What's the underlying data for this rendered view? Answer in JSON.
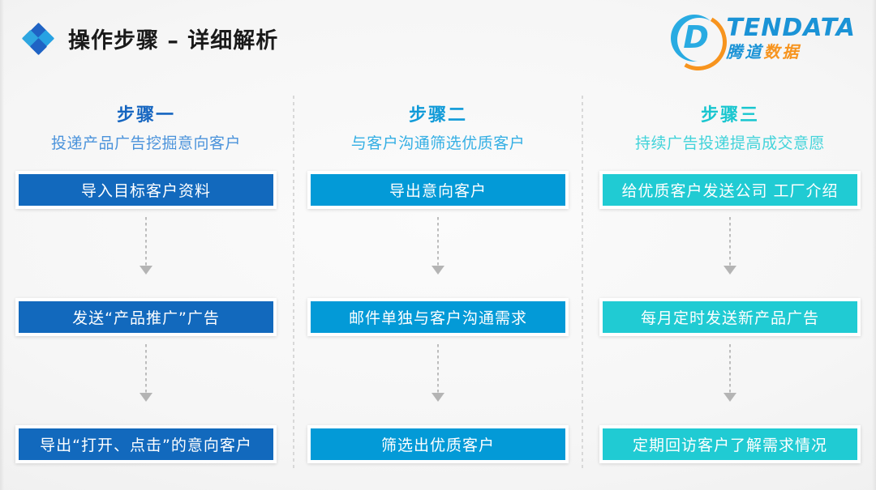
{
  "header": {
    "title": "操作步骤 – 详细解析",
    "icon": "diamond-cluster-icon",
    "logo": {
      "mark_letter": "D",
      "name_en": "TENDATA",
      "name_cn_blue": "腾道",
      "name_cn_orange": "数据"
    }
  },
  "colors": {
    "column1": "#1269bd",
    "column2": "#039ad7",
    "column3": "#20cbd3",
    "title_text": "#1a1a1a",
    "background": "#f6f6f6",
    "connector": "#b4b4b4",
    "logo_blue": "#1b93d6",
    "logo_orange": "#f7941e"
  },
  "columns": [
    {
      "step": "步骤一",
      "subtitle": "投递产品广告挖掘意向客户",
      "steps": [
        "导入目标客户资料",
        "发送“产品推广”广告",
        "导出“打开、点击”的意向客户"
      ]
    },
    {
      "step": "步骤二",
      "subtitle": "与客户沟通筛选优质客户",
      "steps": [
        "导出意向客户",
        "邮件单独与客户沟通需求",
        "筛选出优质客户"
      ]
    },
    {
      "step": "步骤三",
      "subtitle": "持续广告投递提高成交意愿",
      "steps": [
        "给优质客户发送公司 工厂介绍",
        "每月定时发送新产品广告",
        "定期回访客户了解需求情况"
      ]
    }
  ]
}
